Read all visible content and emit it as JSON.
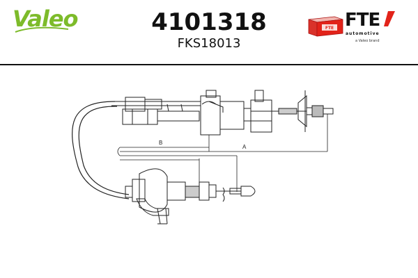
{
  "header": {
    "brand_left": "Valeo",
    "part_number": "4101318",
    "reference": "FKS18013",
    "brand_right": "FTE",
    "brand_right_sub": "automotive",
    "brand_right_group": "a Valeo brand"
  },
  "drawing": {
    "dimension_labels": [
      "A",
      "B"
    ]
  },
  "colors": {
    "valeo_green": "#7dbb2a",
    "fte_red": "#e2231a",
    "line": "#222222"
  }
}
